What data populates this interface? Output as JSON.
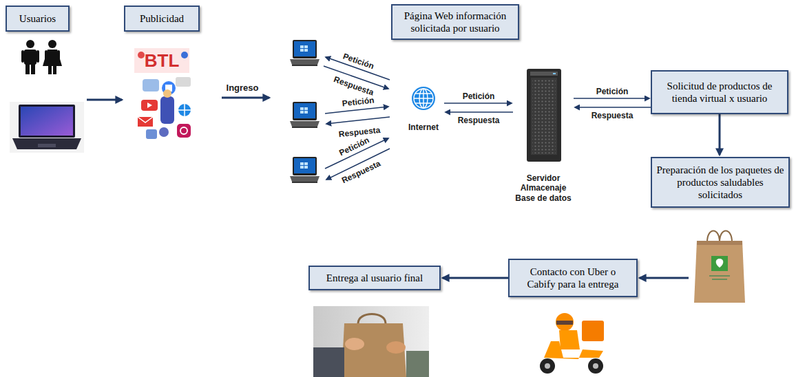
{
  "diagram": {
    "nodes": [
      {
        "text": [
          "Usuarios"
        ]
      },
      {
        "text": [
          "Publicidad"
        ]
      },
      {
        "text": [
          "Página Web información solicitada por usuario"
        ]
      },
      {
        "text": [
          "Internet"
        ]
      },
      {
        "text": [
          "Servidor Almacenaje Base de datos"
        ]
      },
      {
        "text": [
          "Solicitud de productos de tienda virtual x usuario"
        ]
      },
      {
        "text": [
          "Preparación de los paquetes de productos saludables solicitados"
        ]
      },
      {
        "text": [
          "Contacto con Uber o Cabify para la entrega"
        ]
      },
      {
        "text": [
          "Entrega al usuario final"
        ]
      }
    ],
    "edges": [
      {
        "from": 0,
        "to": 1,
        "arrow": "to"
      },
      {
        "from": 3,
        "to": 4,
        "label": "Petición",
        "arrow": "to"
      },
      {
        "from": 4,
        "to": 3,
        "label": "Respuesta",
        "arrow": "to"
      },
      {
        "from": 4,
        "to": 5,
        "label": "Petición",
        "arrow": "to"
      },
      {
        "from": 5,
        "to": 4,
        "label": "Respuesta",
        "arrow": "to"
      },
      {
        "from": 5,
        "to": 6,
        "arrow": "to"
      },
      {
        "from": 6,
        "to": 7,
        "arrow": "to"
      },
      {
        "from": 7,
        "to": 8,
        "arrow": "to"
      }
    ],
    "labels": [
      "BTL",
      "Ingreso",
      "Petición",
      "Respuesta",
      "Petición",
      "Respuesta",
      "Petición",
      "Respuesta"
    ]
  }
}
